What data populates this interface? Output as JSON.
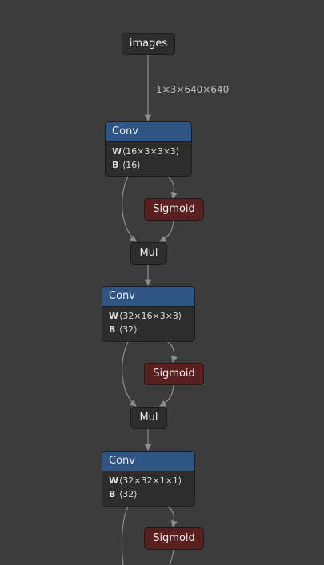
{
  "graph": {
    "input": {
      "label": "images"
    },
    "input_shape": "1×3×640×640",
    "blocks": [
      {
        "conv": {
          "label": "Conv",
          "weight_key": "W",
          "weight": "⟨16×3×3×3⟩",
          "bias_key": "B",
          "bias": "⟨16⟩"
        },
        "activation": {
          "label": "Sigmoid"
        },
        "mul": {
          "label": "Mul"
        }
      },
      {
        "conv": {
          "label": "Conv",
          "weight_key": "W",
          "weight": "⟨32×16×3×3⟩",
          "bias_key": "B",
          "bias": "⟨32⟩"
        },
        "activation": {
          "label": "Sigmoid"
        },
        "mul": {
          "label": "Mul"
        }
      },
      {
        "conv": {
          "label": "Conv",
          "weight_key": "W",
          "weight": "⟨32×32×1×1⟩",
          "bias_key": "B",
          "bias": "⟨32⟩"
        },
        "activation": {
          "label": "Sigmoid"
        }
      }
    ]
  },
  "colors": {
    "background": "#3c3c3c",
    "node": "#2d2d2d",
    "conv_header": "#2f5584",
    "activation": "#5a1f1f",
    "edge": "#8e8e8e"
  }
}
